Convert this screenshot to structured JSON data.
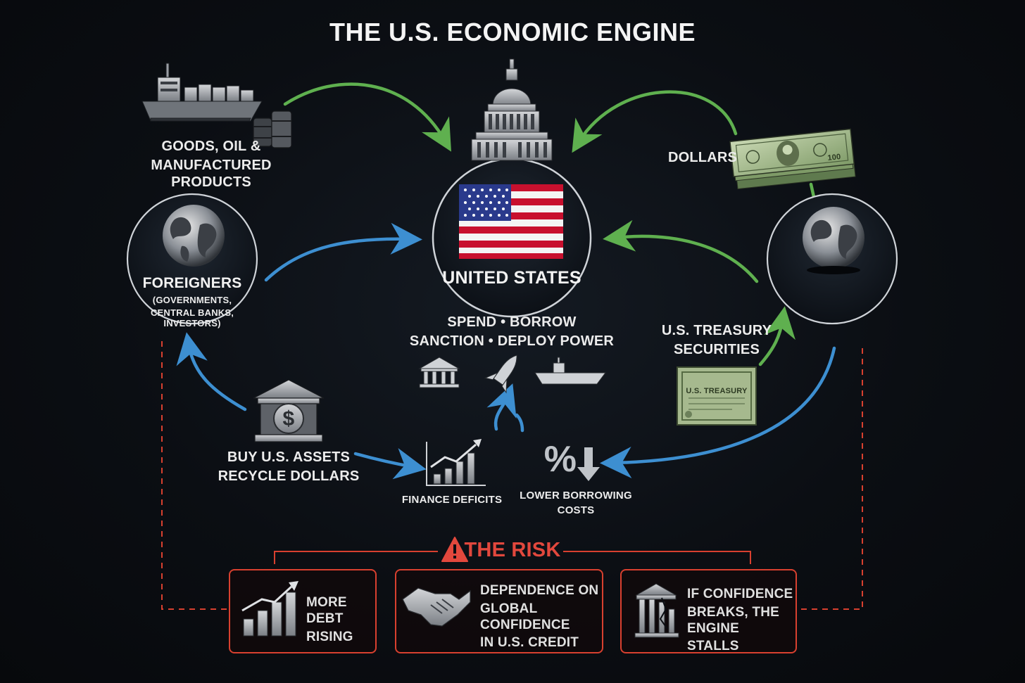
{
  "title": "THE U.S. ECONOMIC ENGINE",
  "center": {
    "label": "UNITED STATES",
    "actions_line1": [
      "SPEND",
      "BORROW"
    ],
    "actions_line2": [
      "SANCTION",
      "DEPLOY POWER"
    ]
  },
  "left_node": {
    "label": "FOREIGNERS",
    "sublabel_line1": "(GOVERNMENTS,",
    "sublabel_line2": "CENTRAL BANKS, INVESTORS)"
  },
  "goods": {
    "line1": "GOODS, OIL &",
    "line2": "MANUFACTURED PRODUCTS"
  },
  "dollars": {
    "label": "DOLLARS",
    "bill_text": "100"
  },
  "treasury": {
    "line1": "U.S. TREASURY",
    "line2": "SECURITIES",
    "certificate_text": "U.S. TREASURY"
  },
  "assets": {
    "line1": "BUY U.S. ASSETS",
    "line2": "RECYCLE DOLLARS",
    "bank_symbol": "$"
  },
  "finance": {
    "label": "FINANCE DEFICITS"
  },
  "borrowing": {
    "line1": "LOWER BORROWING",
    "line2": "COSTS",
    "symbol": "%"
  },
  "risk": {
    "title": "THE RISK",
    "cards": [
      {
        "line1": "MORE DEBT",
        "line2": "RISING"
      },
      {
        "line1": "DEPENDENCE ON",
        "line2": "GLOBAL CONFIDENCE",
        "line3": "IN U.S. CREDIT"
      },
      {
        "line1": "IF CONFIDENCE",
        "line2": "BREAKS, THE ENGINE",
        "line3": "STALLS"
      }
    ]
  },
  "icons": [
    "container-ship-icon",
    "oil-barrels-icon",
    "capitol-dome-icon",
    "us-flag-icon",
    "globe-icon",
    "dollar-bills-icon",
    "treasury-certificate-icon",
    "bank-dollar-icon",
    "government-building-icon",
    "missile-icon",
    "aircraft-carrier-icon",
    "rising-chart-icon",
    "percent-down-icon",
    "warning-icon",
    "handshake-icon",
    "crumbling-building-icon"
  ],
  "colors": {
    "background": "#0b0e13",
    "green_flow": "#5fb04f",
    "blue_flow": "#3d8fd1",
    "risk_red": "#d8402f",
    "text": "#ececec"
  }
}
